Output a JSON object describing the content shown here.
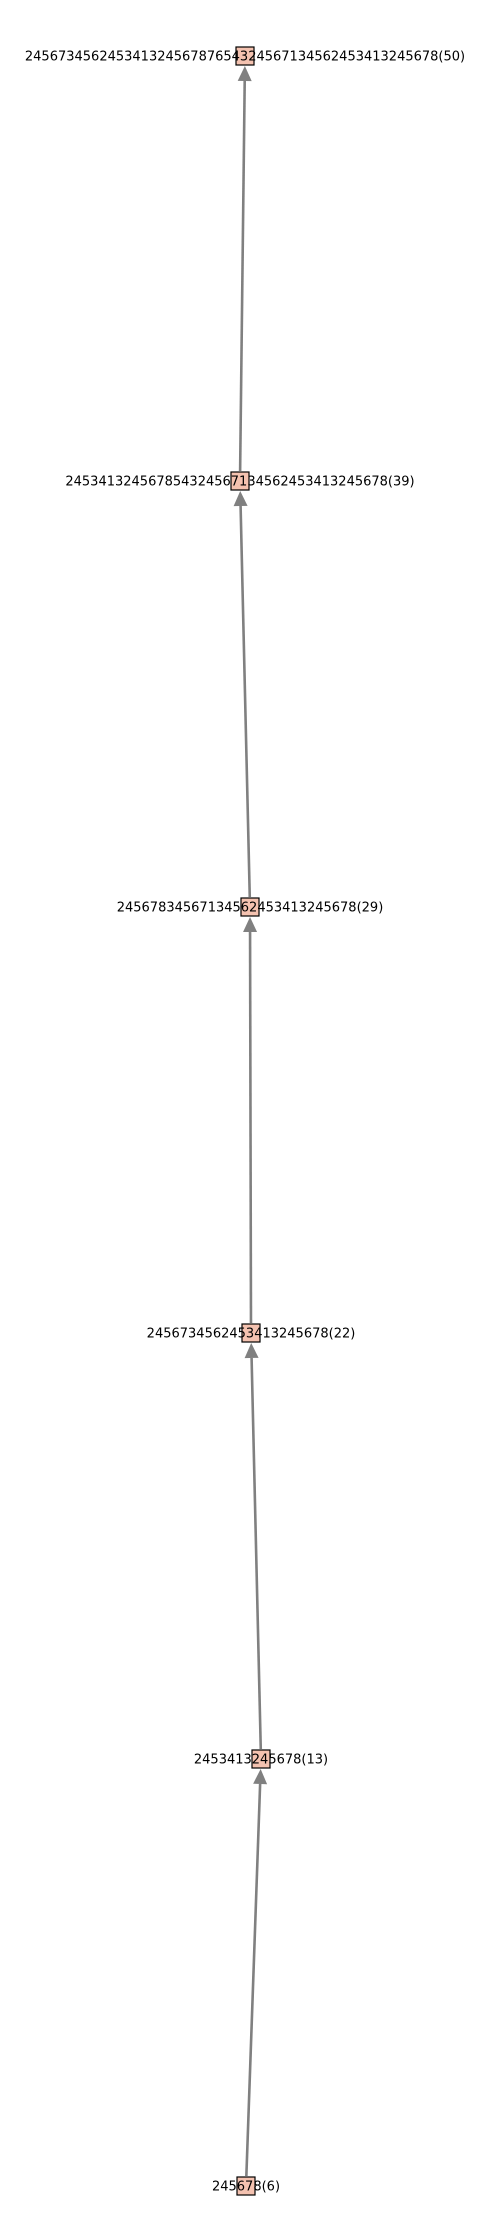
{
  "diagram": {
    "nodes": [
      {
        "id": "n50",
        "label": "2456734562453413245678765432456713456245341324567​8(50)"
      },
      {
        "id": "n39",
        "label": "24534132456785432456713456245341324567​8(39)"
      },
      {
        "id": "n29",
        "label": "2456783456713456245341324567​8(29)"
      },
      {
        "id": "n22",
        "label": "2456734562453413245678(22)"
      },
      {
        "id": "n13",
        "label": "2453413245678(13)"
      },
      {
        "id": "n6",
        "label": "245678(6)"
      }
    ],
    "edges": [
      {
        "from": "n6",
        "to": "n13"
      },
      {
        "from": "n13",
        "to": "n22"
      },
      {
        "from": "n22",
        "to": "n29"
      },
      {
        "from": "n29",
        "to": "n39"
      },
      {
        "from": "n39",
        "to": "n50"
      }
    ],
    "colors": {
      "node_fill": "#f4c2b0",
      "node_stroke": "#000000",
      "edge": "#808080",
      "text": "#000000"
    }
  }
}
